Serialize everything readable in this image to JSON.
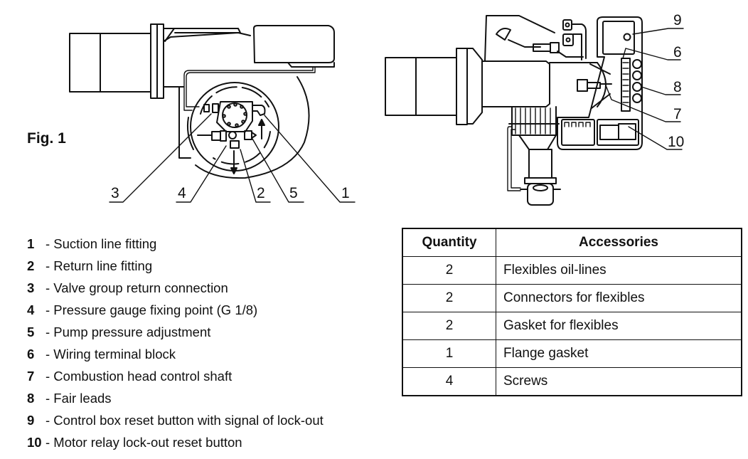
{
  "figure": {
    "label": "Fig. 1",
    "left_callouts": [
      "3",
      "4",
      "2",
      "5",
      "1"
    ],
    "right_callouts": [
      "9",
      "6",
      "8",
      "7",
      "10"
    ]
  },
  "legend": [
    {
      "num": "1",
      "text": "- Suction line fitting"
    },
    {
      "num": "2",
      "text": "- Return line fitting"
    },
    {
      "num": "3",
      "text": "- Valve group return connection"
    },
    {
      "num": "4",
      "text": "- Pressure gauge fixing point (G 1/8)"
    },
    {
      "num": "5",
      "text": "- Pump pressure adjustment"
    },
    {
      "num": "6",
      "text": "- Wiring terminal block"
    },
    {
      "num": "7",
      "text": "- Combustion head control shaft"
    },
    {
      "num": "8",
      "text": "- Fair leads"
    },
    {
      "num": "9",
      "text": "- Control box reset button with signal of lock-out"
    },
    {
      "num": "10",
      "text": "- Motor relay lock-out reset button"
    }
  ],
  "accessories_table": {
    "headers": [
      "Quantity",
      "Accessories"
    ],
    "rows": [
      {
        "qty": "2",
        "item": "Flexibles oil-lines"
      },
      {
        "qty": "2",
        "item": "Connectors for flexibles"
      },
      {
        "qty": "2",
        "item": "Gasket for flexibles"
      },
      {
        "qty": "1",
        "item": "Flange gasket"
      },
      {
        "qty": "4",
        "item": "Screws"
      }
    ]
  }
}
